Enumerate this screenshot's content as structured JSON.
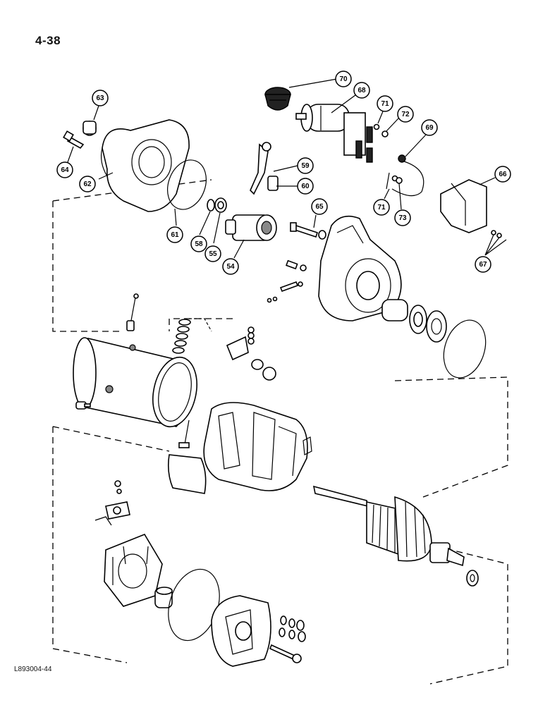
{
  "page": {
    "number": "4-38",
    "figure_code": "L893004-44"
  },
  "callouts": [
    {
      "id": "c70",
      "label": "70"
    },
    {
      "id": "c68",
      "label": "68"
    },
    {
      "id": "c71a",
      "label": "71"
    },
    {
      "id": "c72",
      "label": "72"
    },
    {
      "id": "c69",
      "label": "69"
    },
    {
      "id": "c63",
      "label": "63"
    },
    {
      "id": "c64",
      "label": "64"
    },
    {
      "id": "c62",
      "label": "62"
    },
    {
      "id": "c59",
      "label": "59"
    },
    {
      "id": "c60",
      "label": "60"
    },
    {
      "id": "c66",
      "label": "66"
    },
    {
      "id": "c65",
      "label": "65"
    },
    {
      "id": "c71b",
      "label": "71"
    },
    {
      "id": "c73",
      "label": "73"
    },
    {
      "id": "c61",
      "label": "61"
    },
    {
      "id": "c58",
      "label": "58"
    },
    {
      "id": "c55",
      "label": "55"
    },
    {
      "id": "c54",
      "label": "54"
    },
    {
      "id": "c67",
      "label": "67"
    }
  ]
}
